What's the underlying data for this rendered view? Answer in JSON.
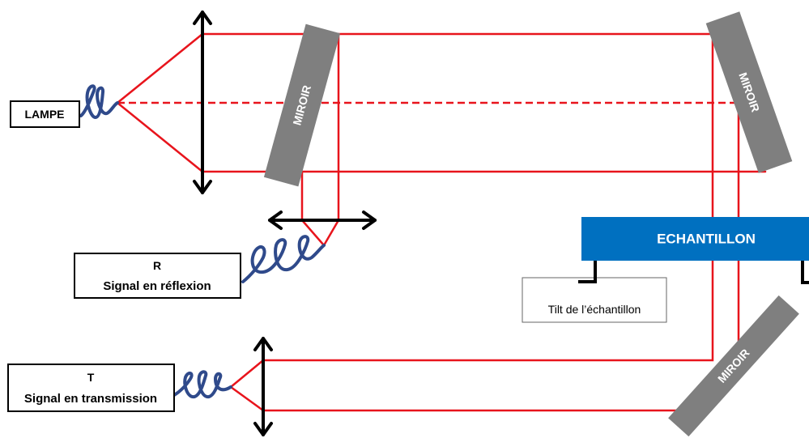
{
  "lamp": {
    "label": "LAMPE"
  },
  "mirrors": [
    {
      "label": "MIROIR"
    },
    {
      "label": "MIROIR"
    },
    {
      "label": "MIROIR"
    }
  ],
  "detector_reflection": {
    "symbol": "R",
    "label": "Signal en réflexion"
  },
  "detector_transmission": {
    "symbol": "T",
    "label": "Signal en transmission"
  },
  "sample": {
    "label": "ECHANTILLON"
  },
  "tilt": {
    "label": "Tilt de l’échantillon"
  },
  "colors": {
    "beam": "#E8141C",
    "mirror": "#7F7F7F",
    "sample": "#0070C0",
    "coil": "#2F4A8B",
    "lens": "#000000"
  }
}
